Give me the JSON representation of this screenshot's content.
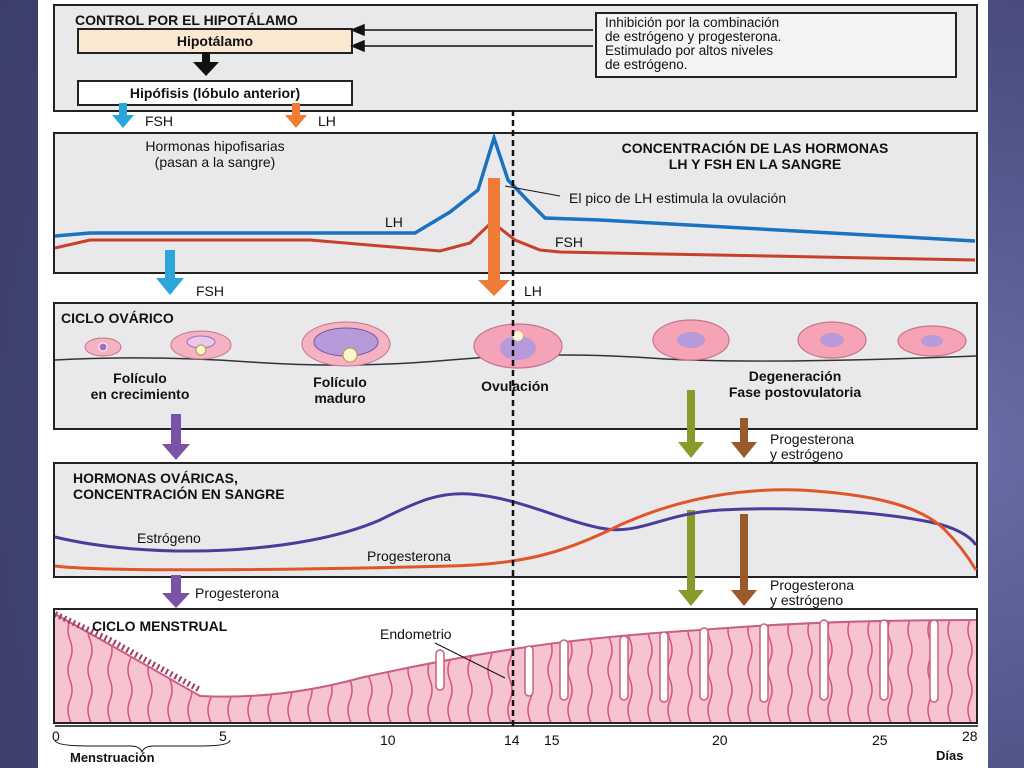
{
  "hypothalamus": {
    "title": "CONTROL POR EL HIPOTÁLAMO",
    "hypothalamus_box": "Hipotálamo",
    "pituitary_box": "Hipófisis (lóbulo anterior)",
    "note": [
      "Inhibición por la combinación",
      "de estrógeno y progesterona.",
      "Estimulado por altos niveles",
      "de estrógeno."
    ],
    "fsh_label": "FSH",
    "lh_label": "LH"
  },
  "pituitary_hormones": {
    "title": [
      "CONCENTRACIÓN DE LAS HORMONAS",
      "LH Y FSH EN LA SANGRE"
    ],
    "subtitle": [
      "Hormonas hipofisarias",
      "(pasan a la sangre)"
    ],
    "lh_curve_label": "LH",
    "fsh_curve_label": "FSH",
    "peak_annotation": "El pico de LH estimula la ovulación",
    "fsh_arrow_label": "FSH",
    "lh_arrow_label": "LH"
  },
  "ovarian_cycle": {
    "title": "CICLO OVÁRICO",
    "stage_growing": [
      "Folículo",
      "en crecimiento"
    ],
    "stage_mature": [
      "Folículo",
      "maduro"
    ],
    "stage_ovulation": "Ovulación",
    "stage_degeneration": [
      "Degeneración",
      "Fase postovulatoria"
    ],
    "arrow_label": [
      "Progesterona",
      "y estrógeno"
    ]
  },
  "ovarian_hormones": {
    "title": [
      "HORMONAS OVÁRICAS,",
      "CONCENTRACIÓN EN SANGRE"
    ],
    "estrogen_label": "Estrógeno",
    "progesterone_label": "Progesterona",
    "arrow_left_label": "Progesterona",
    "arrow_right_label": [
      "Progesterona",
      "y estrógeno"
    ]
  },
  "menstrual_cycle": {
    "title": "CICLO MENSTRUAL",
    "endometrium_label": "Endometrio"
  },
  "axis": {
    "ticks": [
      "0",
      "5",
      "10",
      "14",
      "15",
      "20",
      "25",
      "28"
    ],
    "unit": "Días",
    "menstruation_label": "Menstruación"
  },
  "colors": {
    "lh": "#1a73c2",
    "fsh": "#c8402c",
    "estrogen": "#4a3d9a",
    "progesterone": "#e0552a",
    "fsh_arrow": "#2aa6dc",
    "lh_arrow": "#ef7b36",
    "ovary_arrow": "#7a52a8",
    "olive_arrow": "#8a9a2a",
    "brown_arrow": "#9a5a2a",
    "endometrium": "#f4b9c9"
  }
}
